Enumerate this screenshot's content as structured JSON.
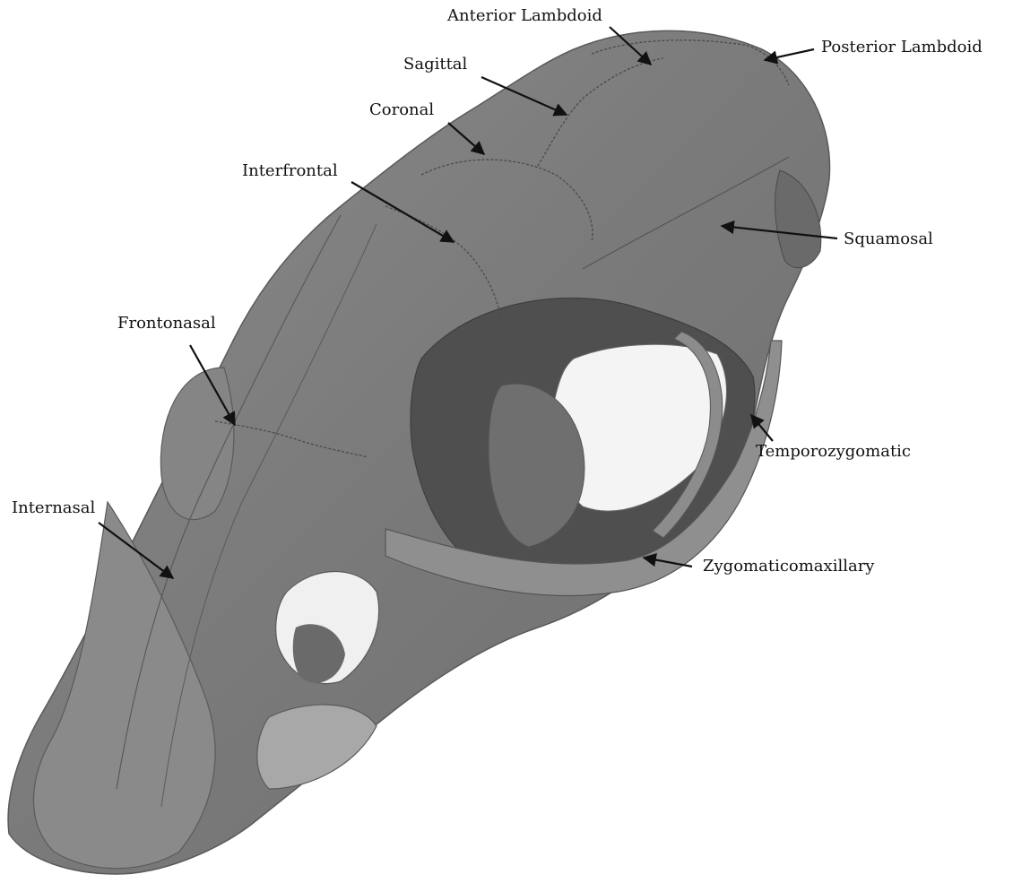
{
  "figure": {
    "subject": "skull-3d-rendering",
    "colors": {
      "bone": "#7f7f7f",
      "bone_dark": "#5a5a5a",
      "bone_light": "#9a9a9a",
      "suture": "#4a4a4a",
      "arrow": "#111111",
      "background": "#ffffff"
    },
    "labels": {
      "anterior_lambdoid": "Anterior Lambdoid",
      "posterior_lambdoid": "Posterior Lambdoid",
      "sagittal": "Sagittal",
      "coronal": "Coronal",
      "interfrontal": "Interfrontal",
      "squamosal": "Squamosal",
      "frontonasal": "Frontonasal",
      "temporozygomatic": "Temporozygomatic",
      "internasal": "Internasal",
      "zygomaticomaxillary": "Zygomaticomaxillary"
    }
  }
}
